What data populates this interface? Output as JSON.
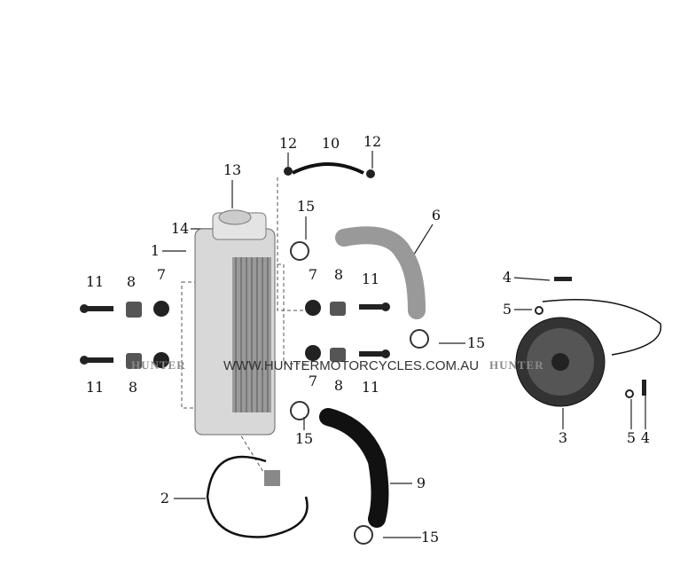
{
  "diagram": {
    "watermark_url": "WWW.HUNTERMOTORCYCLES.COM.AU",
    "logo_text": "HUNTER",
    "labels": [
      "12",
      "10",
      "12",
      "13",
      "15",
      "6",
      "14",
      "1",
      "11",
      "8",
      "7",
      "7",
      "8",
      "11",
      "4",
      "5",
      "15",
      "11",
      "8",
      "7",
      "8",
      "11",
      "15",
      "3",
      "5",
      "4",
      "2",
      "9",
      "15"
    ]
  }
}
